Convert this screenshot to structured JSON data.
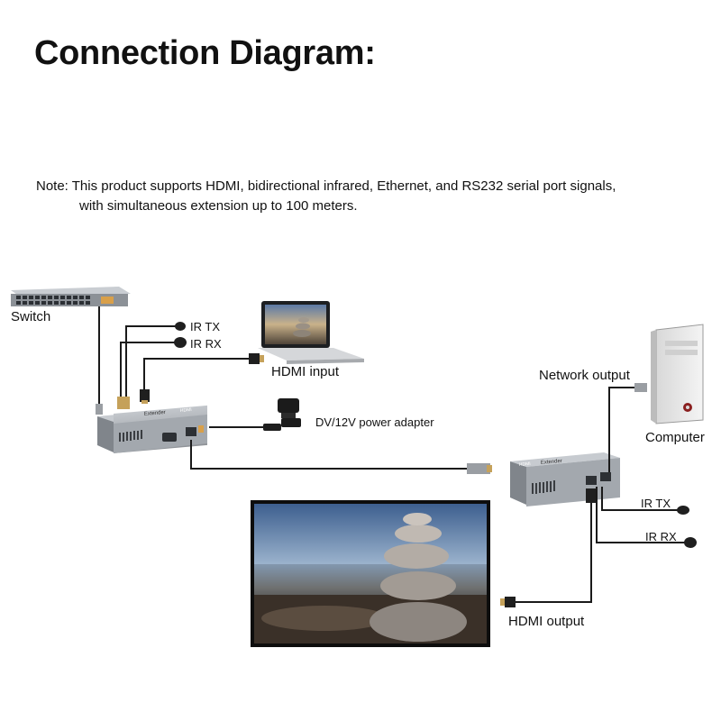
{
  "title": "Connection Diagram:",
  "note": {
    "line1": "Note: This product supports HDMI, bidirectional infrared, Ethernet, and RS232 serial port signals,",
    "line2": "with simultaneous extension up to 100 meters."
  },
  "labels": {
    "switch": "Switch",
    "ir_tx_left": "IR TX",
    "ir_rx_left": "IR RX",
    "hdmi_input": "HDMI input",
    "power_adapter": "DV/12V power adapter",
    "network_output": "Network output",
    "computer": "Computer",
    "ir_tx_right": "IR TX",
    "ir_rx_right": "IR RX",
    "hdmi_output": "HDMI output"
  },
  "device_text": {
    "extender": "Extender",
    "hdmi_port": "HDMI"
  },
  "colors": {
    "cable": "#1a1a1a",
    "device_body": "#a9adb2",
    "device_dark": "#7d8186",
    "screen_frame": "#111111"
  }
}
